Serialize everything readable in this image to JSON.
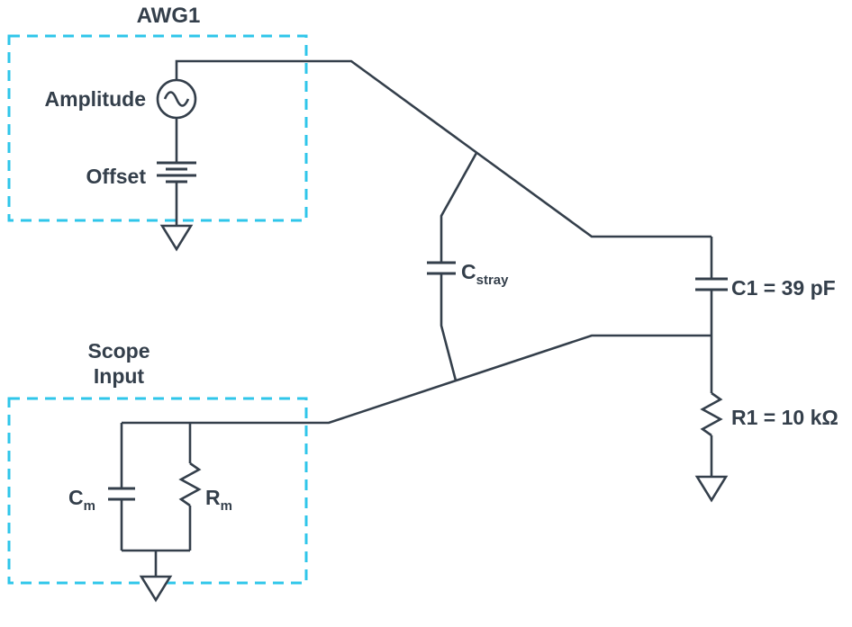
{
  "colors": {
    "line": "#343f4b",
    "accent": "#2fc6ea",
    "background": "#ffffff"
  },
  "awg": {
    "title": "AWG1",
    "amplitude_label": "Amplitude",
    "offset_label": "Offset"
  },
  "scope": {
    "title_line1": "Scope",
    "title_line2": "Input",
    "cm": {
      "main": "C",
      "sub": "m"
    },
    "rm": {
      "main": "R",
      "sub": "m"
    }
  },
  "components": {
    "cstray": {
      "main": "C",
      "sub": "stray"
    },
    "c1": "C1 = 39 pF",
    "r1": "R1 = 10 kΩ"
  }
}
